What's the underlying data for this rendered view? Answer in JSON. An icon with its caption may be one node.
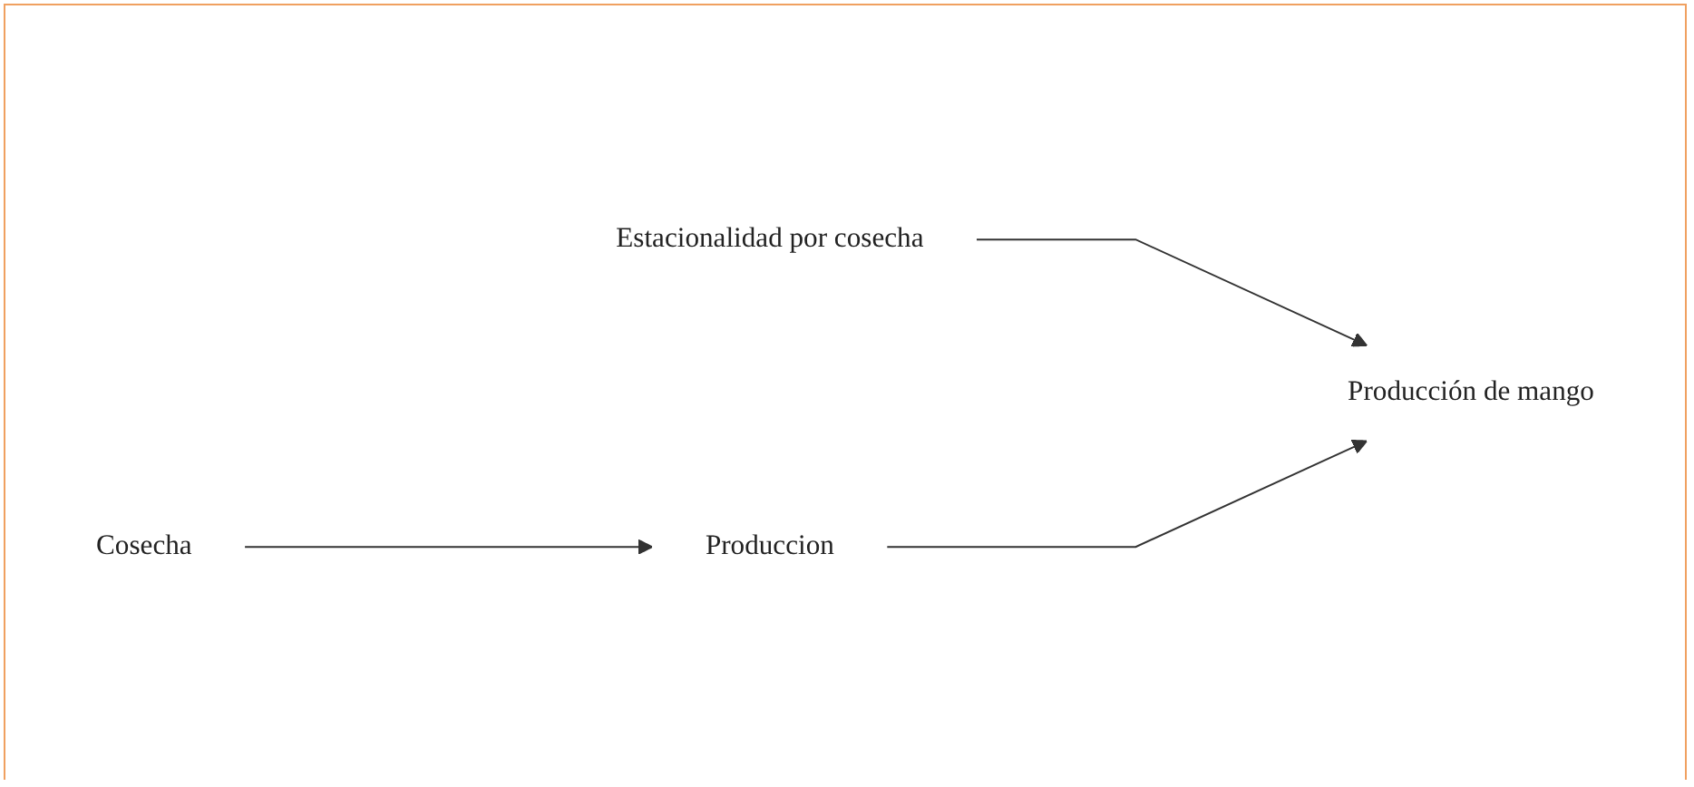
{
  "diagram": {
    "nodes": [
      {
        "text": [
          "Estacionalidad por cosecha"
        ]
      },
      {
        "text": [
          "Cosecha"
        ]
      },
      {
        "text": [
          "Produccion"
        ]
      },
      {
        "text": [
          "Producción de mango"
        ]
      }
    ],
    "edges": [
      {
        "from": 0,
        "to": 3,
        "arrow": "to"
      },
      {
        "from": 1,
        "to": 2,
        "arrow": "to"
      },
      {
        "from": 2,
        "to": 3,
        "arrow": "to"
      }
    ]
  }
}
